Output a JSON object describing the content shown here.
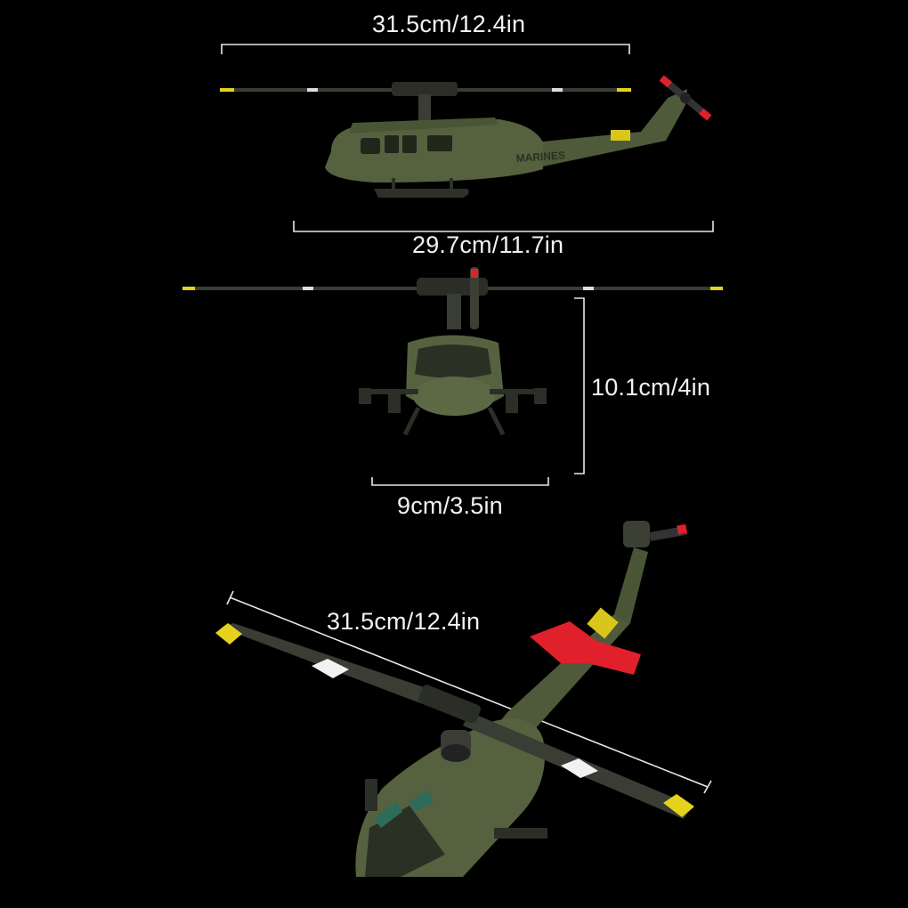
{
  "dimensions": {
    "side_length": "31.5cm/12.4in",
    "side_body_length": "29.7cm/11.7in",
    "front_height": "10.1cm/4in",
    "front_width": "9cm/3.5in",
    "top_rotor_diameter": "31.5cm/12.4in"
  },
  "markings": {
    "fuselage_text": "MARINES"
  },
  "colors": {
    "background": "#000000",
    "body_green": "#4e5a3a",
    "blade_tip_yellow": "#e6d21c",
    "tail_red": "#e0202a",
    "dimension_line": "#e8e8e8"
  }
}
